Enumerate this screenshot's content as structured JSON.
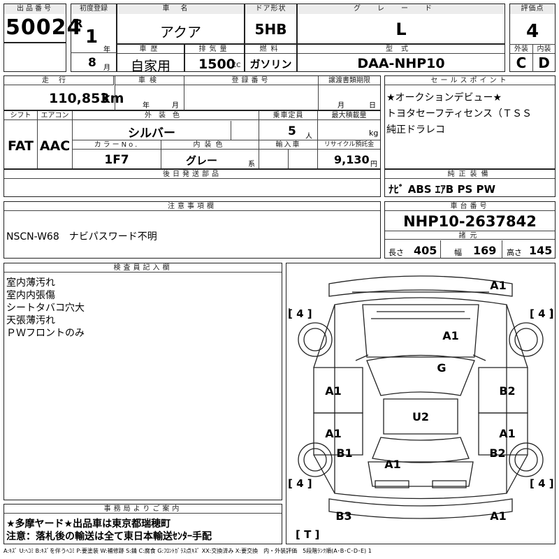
{
  "hdr": {
    "lot_no": "出品番号",
    "first_reg": "初度登録",
    "name": "車名",
    "door": "ドア形状",
    "grade": "グレード",
    "score": "評価点",
    "history": "車歴",
    "displacement": "排気量",
    "fuel": "燃料",
    "model_code": "型式",
    "ext": "外装",
    "int": "内装",
    "mileage": "走行",
    "inspection": "車検",
    "plate": "登録番号",
    "transfer": "譲渡書類期限",
    "shift": "シフト",
    "ac": "エアコン",
    "ext_color": "外装色",
    "capacity": "乗車定員",
    "max_load": "最大積載量",
    "color_no": "カラーNo.",
    "int_color": "内装色",
    "import": "輸入車",
    "recycle": "リサイクル預託金",
    "later": "後日発送部品",
    "sale_points": "セールスポイント",
    "equip": "純正装備",
    "notes": "注意事項欄",
    "chassis": "車台番号",
    "dims": "諸元",
    "inspector": "検査員記入欄",
    "office": "事務局よりご案内"
  },
  "lot": {
    "number": "50024"
  },
  "reg": {
    "era": "R",
    "year": "1",
    "year_unit": "年",
    "month": "8",
    "month_unit": "月"
  },
  "car": {
    "name": "アクア",
    "door": "5HB",
    "grade": "L",
    "history": "自家用",
    "displacement": "1500",
    "cc": "CC",
    "fuel": "ガソリン",
    "model_code": "DAA-NHP10"
  },
  "score": {
    "overall": "4",
    "exterior": "C",
    "interior": "D"
  },
  "row2": {
    "mileage": "110,853",
    "km": "km",
    "year_unit": "年",
    "month_unit": "月",
    "day_unit": "日",
    "month_unit2": "月"
  },
  "row3": {
    "shift": "FAT",
    "ac": "AAC",
    "ext_color": "シルバー",
    "capacity": "5",
    "person": "人",
    "kg": "kg",
    "color_no": "1F7",
    "int_color": "グレー",
    "kei": "系",
    "recycle": "9,130",
    "yen": "円"
  },
  "sale_points": [
    "★オークションデビュー★",
    "トヨタセーフティセンス（ＴＳＳ",
    "純正ドラレコ"
  ],
  "equipment": "ﾅﾋﾞ ABS ｴｱB PS PW",
  "notes": "NSCN-W68　ナビパスワード不明",
  "chassis": "NHP10-2637842",
  "dims": {
    "len_label": "長さ",
    "len": "405",
    "wid_label": "幅",
    "wid": "169",
    "hgt_label": "高さ",
    "hgt": "145"
  },
  "inspector_notes": [
    "室内薄汚れ",
    "室内内張傷",
    "シートタバコ穴大",
    "天張薄汚れ",
    "ＰＷフロントのみ"
  ],
  "office_notes": [
    "★多摩ヤード★出品車は東京都瑞穂町",
    "注意：落札後の輸送は全て東日本輸送ｾﾝﾀｰ手配"
  ],
  "diagram": {
    "tyre": "[ 4 ]",
    "t_mark": "[ T ]",
    "marks": {
      "top_right": "A1",
      "hood": "A1",
      "windshield": "G",
      "left_fender": "A1",
      "right_fender": "B2",
      "roof": "U2",
      "left_rear_door": "A1",
      "right_rear_door": "A1",
      "left_rear_fender": "B1",
      "right_rear_fender": "B2",
      "trunk": "A1",
      "rear_left": "B3",
      "rear_right": "A1"
    }
  },
  "legend": "A:ｷｽﾞ U:ﾍｺﾐ B:ｷｽﾞを伴うﾍｺﾐ P:要塗装 W:補修跡 S:錆 C:腐食 G:ﾌﾛﾝﾄｶﾞﾗｽ点ｷｽﾞ XX:交換済み X:要交換　内・外装評価　5段階ﾗﾝｸ順(A･B･C･D･E) 1"
}
